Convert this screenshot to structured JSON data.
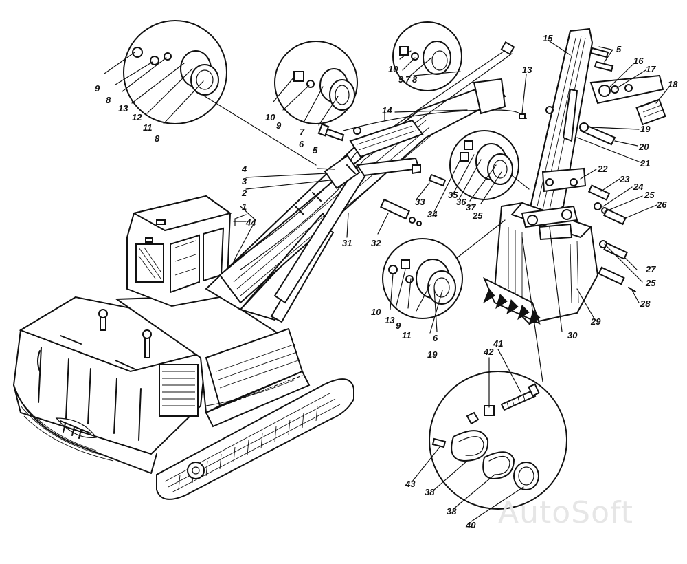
{
  "watermark": "AutoSoft",
  "callouts": [
    {
      "id": "c1",
      "text": "1"
    },
    {
      "id": "c2",
      "text": "2"
    },
    {
      "id": "c3",
      "text": "3"
    },
    {
      "id": "c4",
      "text": "4"
    },
    {
      "id": "c5a",
      "text": "5"
    },
    {
      "id": "c5b",
      "text": "5"
    },
    {
      "id": "c6a",
      "text": "6"
    },
    {
      "id": "c6b",
      "text": "6"
    },
    {
      "id": "c7a",
      "text": "7"
    },
    {
      "id": "c7b",
      "text": "7"
    },
    {
      "id": "c8a",
      "text": "8"
    },
    {
      "id": "c8b",
      "text": "8"
    },
    {
      "id": "c8c",
      "text": "8"
    },
    {
      "id": "c9a",
      "text": "9"
    },
    {
      "id": "c9b",
      "text": "9"
    },
    {
      "id": "c9c",
      "text": "9"
    },
    {
      "id": "c9d",
      "text": "9"
    },
    {
      "id": "c10a",
      "text": "10"
    },
    {
      "id": "c10b",
      "text": "10"
    },
    {
      "id": "c10c",
      "text": "10"
    },
    {
      "id": "c11a",
      "text": "11"
    },
    {
      "id": "c11b",
      "text": "11"
    },
    {
      "id": "c12",
      "text": "12"
    },
    {
      "id": "c13a",
      "text": "13"
    },
    {
      "id": "c13b",
      "text": "13"
    },
    {
      "id": "c13c",
      "text": "13"
    },
    {
      "id": "c14",
      "text": "14"
    },
    {
      "id": "c15",
      "text": "15"
    },
    {
      "id": "c16",
      "text": "16"
    },
    {
      "id": "c17",
      "text": "17"
    },
    {
      "id": "c18",
      "text": "18"
    },
    {
      "id": "c19a",
      "text": "19"
    },
    {
      "id": "c19b",
      "text": "19"
    },
    {
      "id": "c20",
      "text": "20"
    },
    {
      "id": "c21",
      "text": "21"
    },
    {
      "id": "c22",
      "text": "22"
    },
    {
      "id": "c23",
      "text": "23"
    },
    {
      "id": "c24",
      "text": "24"
    },
    {
      "id": "c25a",
      "text": "25"
    },
    {
      "id": "c25b",
      "text": "25"
    },
    {
      "id": "c25c",
      "text": "25"
    },
    {
      "id": "c26",
      "text": "26"
    },
    {
      "id": "c27",
      "text": "27"
    },
    {
      "id": "c28",
      "text": "28"
    },
    {
      "id": "c29",
      "text": "29"
    },
    {
      "id": "c30",
      "text": "30"
    },
    {
      "id": "c31",
      "text": "31"
    },
    {
      "id": "c32",
      "text": "32"
    },
    {
      "id": "c33",
      "text": "33"
    },
    {
      "id": "c34",
      "text": "34"
    },
    {
      "id": "c35",
      "text": "35"
    },
    {
      "id": "c36",
      "text": "36"
    },
    {
      "id": "c37",
      "text": "37"
    },
    {
      "id": "c38a",
      "text": "38"
    },
    {
      "id": "c38b",
      "text": "38"
    },
    {
      "id": "c40",
      "text": "40"
    },
    {
      "id": "c41",
      "text": "41"
    },
    {
      "id": "c42",
      "text": "42"
    },
    {
      "id": "c43",
      "text": "43"
    },
    {
      "id": "c44",
      "text": "44"
    }
  ]
}
